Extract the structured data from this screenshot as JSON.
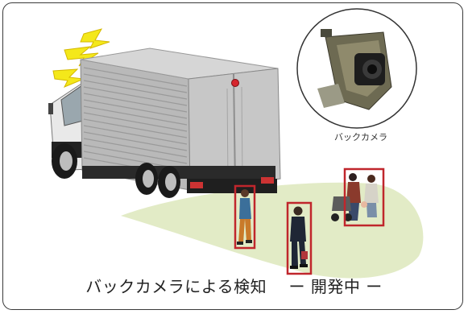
{
  "camera_label": "バックカメラ",
  "caption": "バックカメラによる検知　 ー 開発中 ー",
  "colors": {
    "detection_box": "#c0262c",
    "ground_zone": "#e2ebc6",
    "alert": "#f4e81a",
    "camera_marker": "#d6262e",
    "frame_border": "#3a3a3a"
  },
  "detections": [
    {
      "name": "pedestrian-left"
    },
    {
      "name": "pedestrian-middle"
    },
    {
      "name": "family-with-stroller"
    }
  ]
}
